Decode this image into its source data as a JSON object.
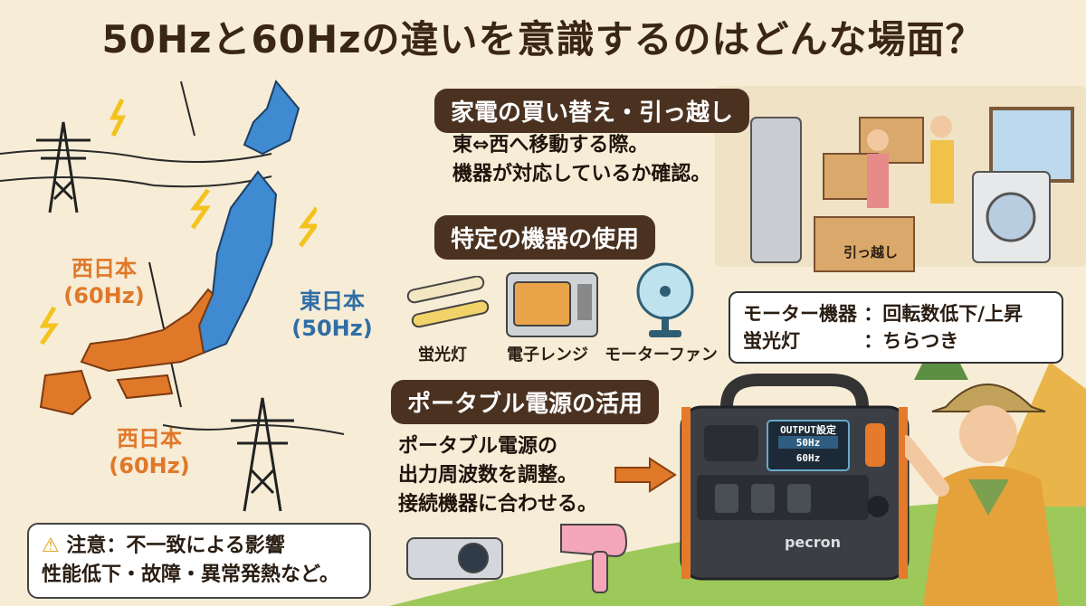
{
  "title": "50Hzと60Hzの違いを意識するのはどんな場面？",
  "map": {
    "west_top": {
      "name": "西日本",
      "freq": "(60Hz)"
    },
    "east": {
      "name": "東日本",
      "freq": "(50Hz)"
    },
    "west_bottom": {
      "name": "西日本",
      "freq": "(60Hz)"
    },
    "colors": {
      "west": "#e0782a",
      "east": "#3f8ad0"
    }
  },
  "warning": {
    "line1": "注意：不一致による影響",
    "line2": "性能低下・故障・異常発熱など。"
  },
  "section1": {
    "heading": "家電の買い替え・引っ越し",
    "line1": "東⇔西へ移動する際。",
    "line2": "機器が対応しているか確認。",
    "box_label": "引っ越し"
  },
  "section2": {
    "heading": "特定の機器の使用",
    "items": [
      {
        "label": "蛍光灯",
        "icon": "fluorescent-lamp-icon"
      },
      {
        "label": "電子レンジ",
        "icon": "microwave-icon"
      },
      {
        "label": "モーターファン",
        "icon": "fan-icon"
      }
    ]
  },
  "bubble": {
    "row1": "モーター機器 ：回転数低下/上昇",
    "row2": "蛍光灯　　　 ：ちらつき"
  },
  "section3": {
    "heading": "ポータブル電源の活用",
    "line1": "ポータブル電源の",
    "line2": "出力周波数を調整。",
    "line3": "接続機器に合わせる。"
  },
  "device": {
    "display_title": "OUTPUT設定",
    "option1": "50Hz",
    "option2": "60Hz",
    "brand": "pecron"
  }
}
